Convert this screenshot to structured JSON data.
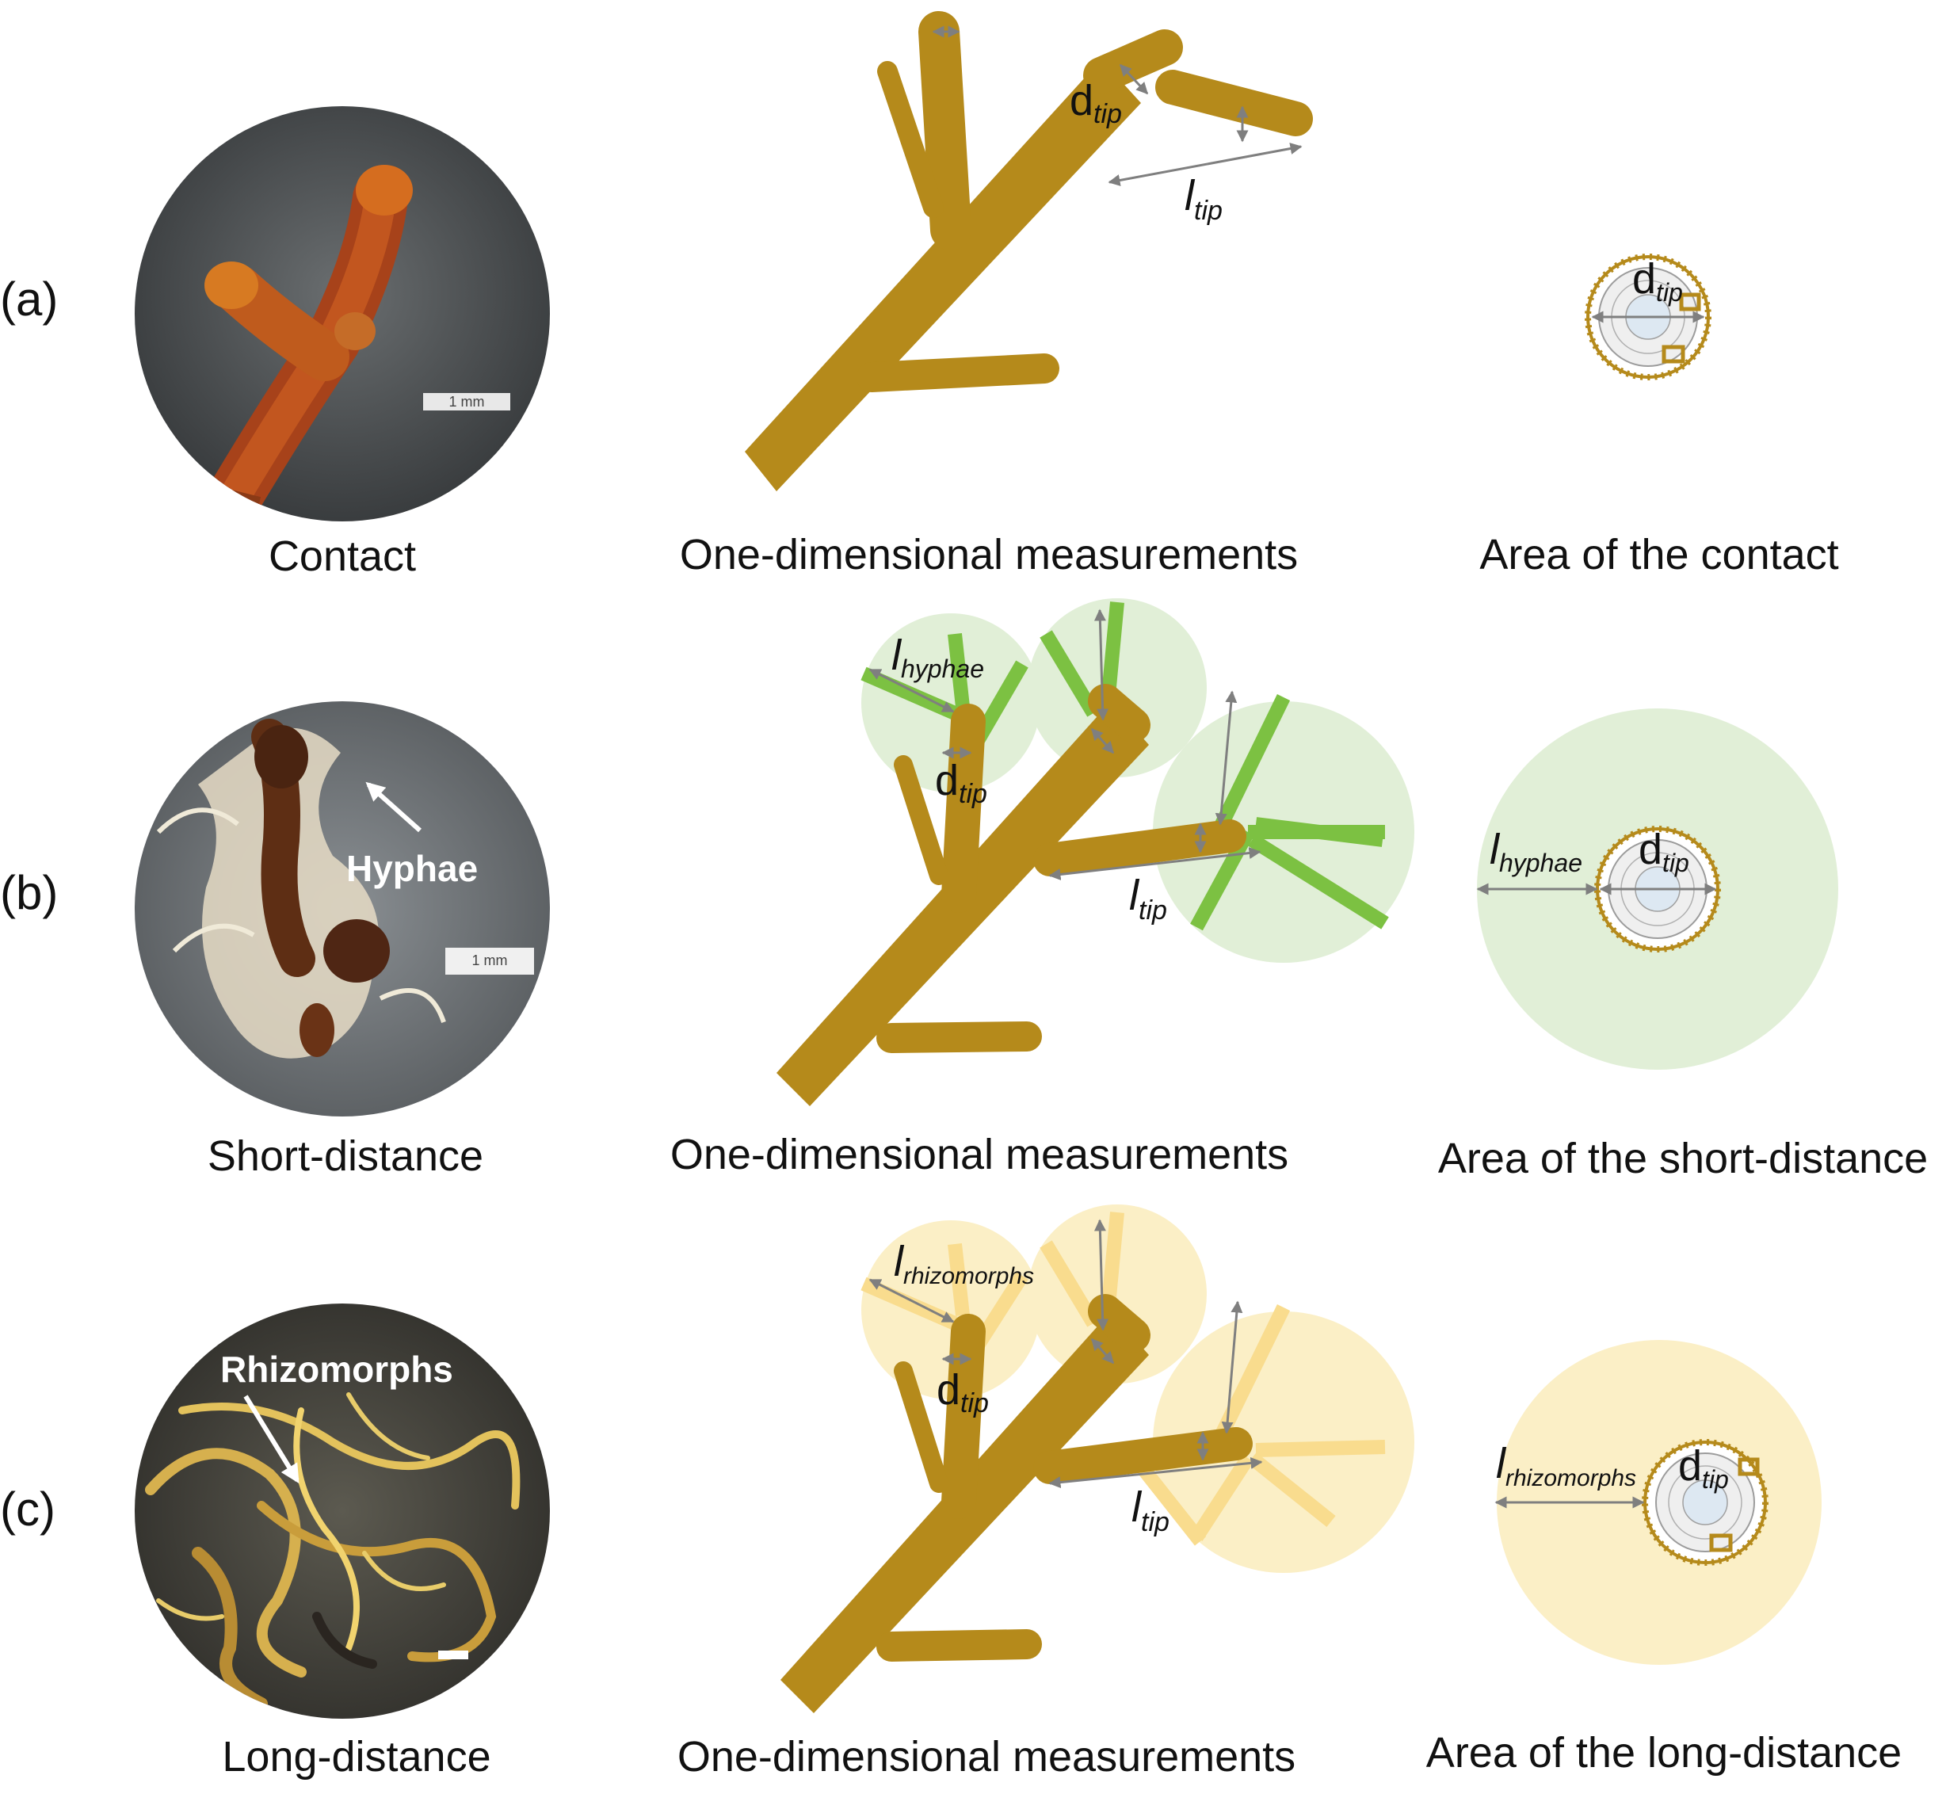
{
  "panels": [
    {
      "id": "a",
      "tag": "(a)",
      "photo_caption": "Contact",
      "diagram_caption": "One-dimensional measurements",
      "area_caption": "Area of the contact",
      "scale_bar_text": "1 mm",
      "photo_label": "",
      "zone": "none"
    },
    {
      "id": "b",
      "tag": "(b)",
      "photo_caption": "Short-distance",
      "diagram_caption": "One-dimensional measurements",
      "area_caption": "Area of the short-distance",
      "scale_bar_text": "1 mm",
      "photo_label": "Hyphae",
      "zone": "hyphae"
    },
    {
      "id": "c",
      "tag": "(c)",
      "photo_caption": "Long-distance",
      "diagram_caption": "One-dimensional measurements",
      "area_caption": "Area of the long-distance",
      "scale_bar_text": "",
      "photo_label": "Rhizomorphs",
      "zone": "rhizomorphs"
    }
  ],
  "symbols": {
    "d_main": "d",
    "d_sub": "tip",
    "l_main": "l",
    "l_tip_sub": "tip",
    "l_hyphae_sub": "hyphae",
    "l_rhizo_sub": "rhizomorphs"
  },
  "colors": {
    "root": "#b58a1b",
    "hyphae_zone": "#e1efd7",
    "hyphae_line": "#7cc142",
    "rhizo_zone": "#fbefc6",
    "rhizo_line": "#f9dc8e",
    "arrow": "#7f7f7f"
  }
}
